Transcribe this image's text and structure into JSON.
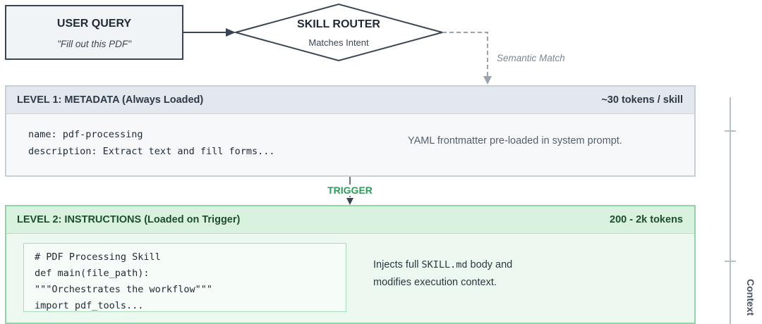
{
  "user_query": {
    "title": "USER QUERY",
    "example": "\"Fill out this PDF\""
  },
  "skill_router": {
    "title": "SKILL ROUTER",
    "subtitle": "Matches Intent"
  },
  "semantic_match_label": "Semantic Match",
  "level1": {
    "title": "LEVEL 1: METADATA (Always Loaded)",
    "tokens": "~30 tokens / skill",
    "yaml": [
      "name: pdf-processing",
      "description: Extract text and fill forms..."
    ],
    "note": "YAML frontmatter pre-loaded in system prompt."
  },
  "trigger_label": "TRIGGER",
  "level2": {
    "title": "LEVEL 2: INSTRUCTIONS (Loaded on Trigger)",
    "tokens": "200 - 2k tokens",
    "code": [
      "# PDF Processing Skill",
      "def main(file_path):",
      "\"\"\"Orchestrates the workflow\"\"\"",
      "import pdf_tools..."
    ],
    "note_prefix": "Injects full ",
    "note_file": "SKILL.md",
    "note_suffix": " body and",
    "note_line2": "modifies execution context."
  },
  "side_label": "Context",
  "colors": {
    "dark": "#3a4553",
    "green": "#2f9a5c",
    "dashed_gray": "#9aa3ad"
  }
}
